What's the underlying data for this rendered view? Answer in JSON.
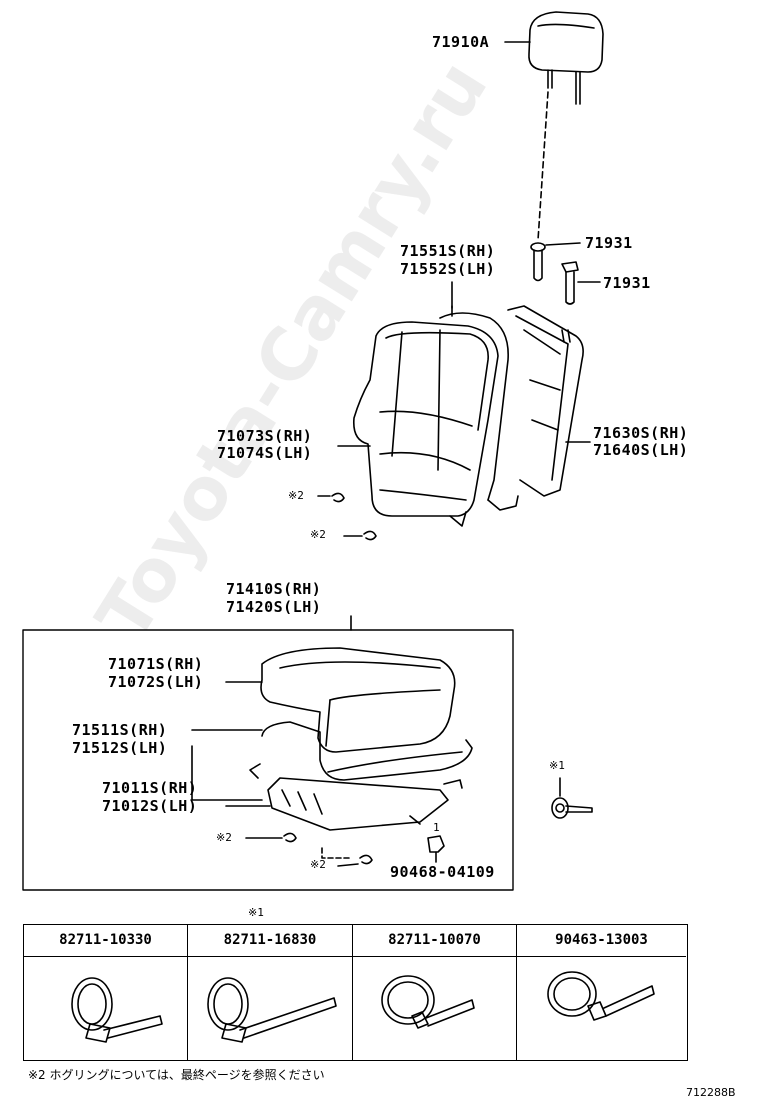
{
  "watermark": "Toyota-Camry.ru",
  "parts": {
    "headrest": "71910A",
    "bezel_a": "71931",
    "bezel_b": "71931",
    "back_pad_rh": "71551S(RH)",
    "back_pad_lh": "71552S(LH)",
    "back_cover_rh": "71073S(RH)",
    "back_cover_lh": "71074S(LH)",
    "back_frame_rh": "71630S(RH)",
    "back_frame_lh": "71640S(LH)",
    "cushion_assy_rh": "71410S(RH)",
    "cushion_assy_lh": "71420S(LH)",
    "cushion_cover_rh": "71071S(RH)",
    "cushion_cover_lh": "71072S(LH)",
    "cushion_pad_rh": "71511S(RH)",
    "cushion_pad_lh": "71512S(LH)",
    "cushion_frame_rh": "71011S(RH)",
    "cushion_frame_lh": "71012S(LH)",
    "clip": "90468-04109"
  },
  "refs": {
    "ref2": "※2",
    "ref1": "※1",
    "one": "1"
  },
  "table": {
    "ref": "※1",
    "headers": [
      "82711-10330",
      "82711-16830",
      "82711-10070",
      "90463-13003"
    ]
  },
  "footnote": "※2  ホグリングについては、最終ページを参照ください",
  "diagram_code": "712288B"
}
